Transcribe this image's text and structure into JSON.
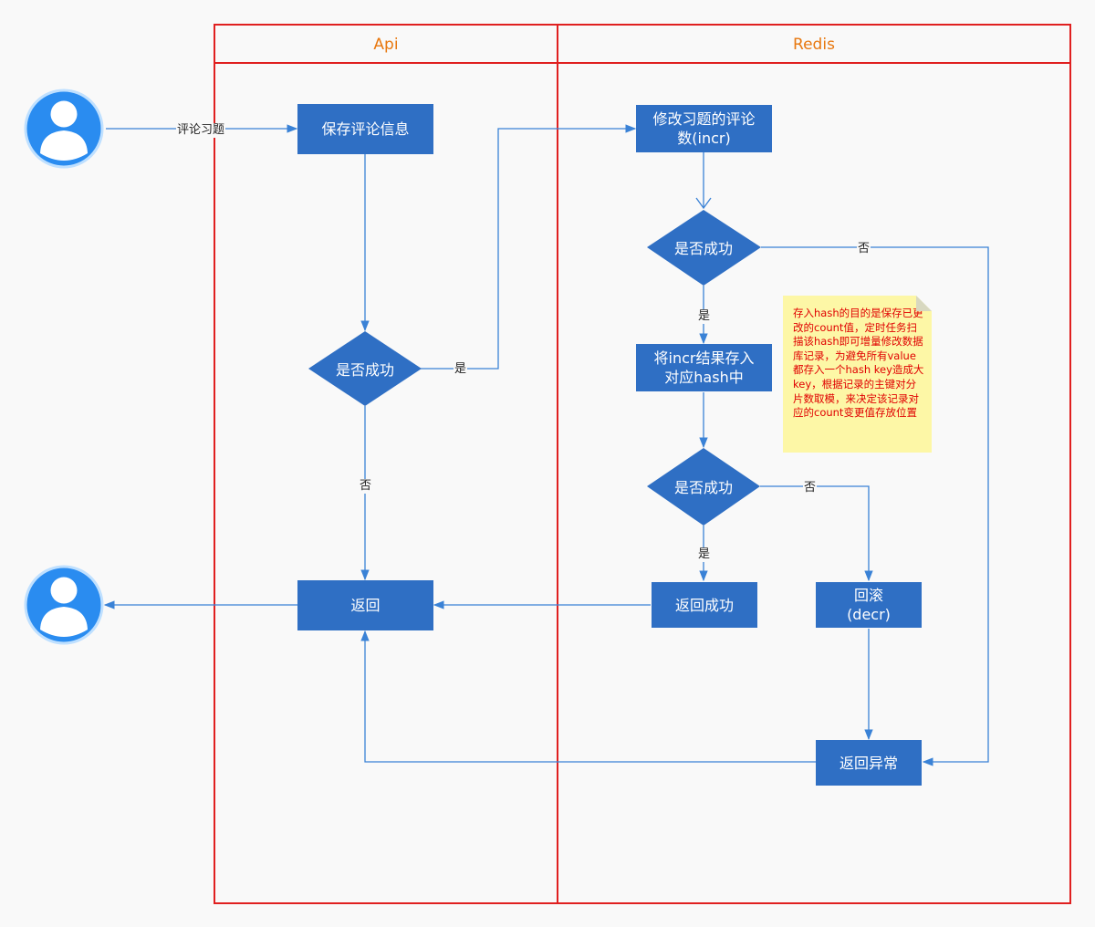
{
  "lanes": {
    "api": "Api",
    "redis": "Redis"
  },
  "actors": {
    "top": {
      "icon": "user-icon"
    },
    "bottom": {
      "icon": "user-icon"
    }
  },
  "nodes": {
    "save_comment": "保存评论信息",
    "api_check_success": "是否成功",
    "api_return": "返回",
    "incr_comment_count": "修改习题的评论\n数(incr)",
    "redis_check_success_1": "是否成功",
    "save_to_hash": "将incr结果存入\n对应hash中",
    "redis_check_success_2": "是否成功",
    "return_success": "返回成功",
    "rollback": "回滚\n(decr)",
    "return_error": "返回异常"
  },
  "edge_labels": {
    "comment_exercise": "评论习题",
    "api_yes": "是",
    "api_no": "否",
    "redis1_no": "否",
    "redis1_yes": "是",
    "redis2_no": "否",
    "redis2_yes": "是"
  },
  "note": {
    "text": "存入hash的目的是保存已更改的count值，定时任务扫描该hash即可增量修改数据库记录，为避免所有value都存入一个hash key造成大key，根据记录的主键对分片数取模，来决定该记录对应的count变更值存放位置"
  },
  "colors": {
    "lane_border": "#e02020",
    "lane_title": "#e8780f",
    "node_fill": "#2f6fc4",
    "connector": "#3a82d6",
    "actor": "#2a8cf0",
    "note_fill": "#fdf7a6",
    "note_text": "#e00000"
  }
}
